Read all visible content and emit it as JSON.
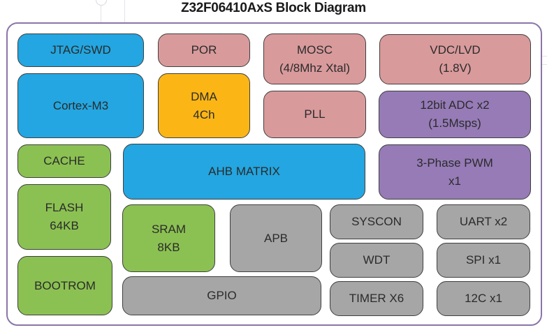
{
  "title": "Z32F06410AxS Block Diagram",
  "colors": {
    "frame_border": "#8a75a8",
    "core_blue": "#23a6e1",
    "clock_power_pink": "#d99a9c",
    "dma_orange": "#fbb616",
    "analog_purple": "#967bb7",
    "memory_green": "#8bc152",
    "peripheral_gray": "#a6a6a6"
  },
  "blocks": {
    "jtag": {
      "line1": "JTAG/SWD",
      "category": "core"
    },
    "cortex": {
      "line1": "Cortex-M3",
      "category": "core"
    },
    "por": {
      "line1": "POR",
      "category": "clock-power"
    },
    "dma": {
      "line1": "DMA",
      "line2": "4Ch",
      "category": "dma"
    },
    "mosc": {
      "line1": "MOSC",
      "line2": "(4/8Mhz Xtal)",
      "category": "clock-power"
    },
    "pll": {
      "line1": "PLL",
      "category": "clock-power"
    },
    "vdc": {
      "line1": "VDC/LVD",
      "line2": "(1.8V)",
      "category": "clock-power"
    },
    "adc": {
      "line1": "12bit ADC x2",
      "line2": "(1.5Msps)",
      "category": "analog"
    },
    "pwm": {
      "line1": "3-Phase PWM",
      "line2": "x1",
      "category": "analog"
    },
    "cache": {
      "line1": "CACHE",
      "category": "memory"
    },
    "ahb": {
      "line1": "AHB MATRIX",
      "category": "core"
    },
    "flash": {
      "line1": "FLASH",
      "line2": "64KB",
      "category": "memory"
    },
    "bootrom": {
      "line1": "BOOTROM",
      "category": "memory"
    },
    "sram": {
      "line1": "SRAM",
      "line2": "8KB",
      "category": "memory"
    },
    "apb": {
      "line1": "APB",
      "category": "peripheral"
    },
    "gpio": {
      "line1": "GPIO",
      "category": "peripheral"
    },
    "syscon": {
      "line1": "SYSCON",
      "category": "peripheral"
    },
    "wdt": {
      "line1": "WDT",
      "category": "peripheral"
    },
    "timer": {
      "line1": "TIMER X6",
      "category": "peripheral"
    },
    "uart": {
      "line1": "UART x2",
      "category": "peripheral"
    },
    "spi": {
      "line1": "SPI x1",
      "category": "peripheral"
    },
    "i2c": {
      "line1": "12C x1",
      "category": "peripheral"
    }
  }
}
